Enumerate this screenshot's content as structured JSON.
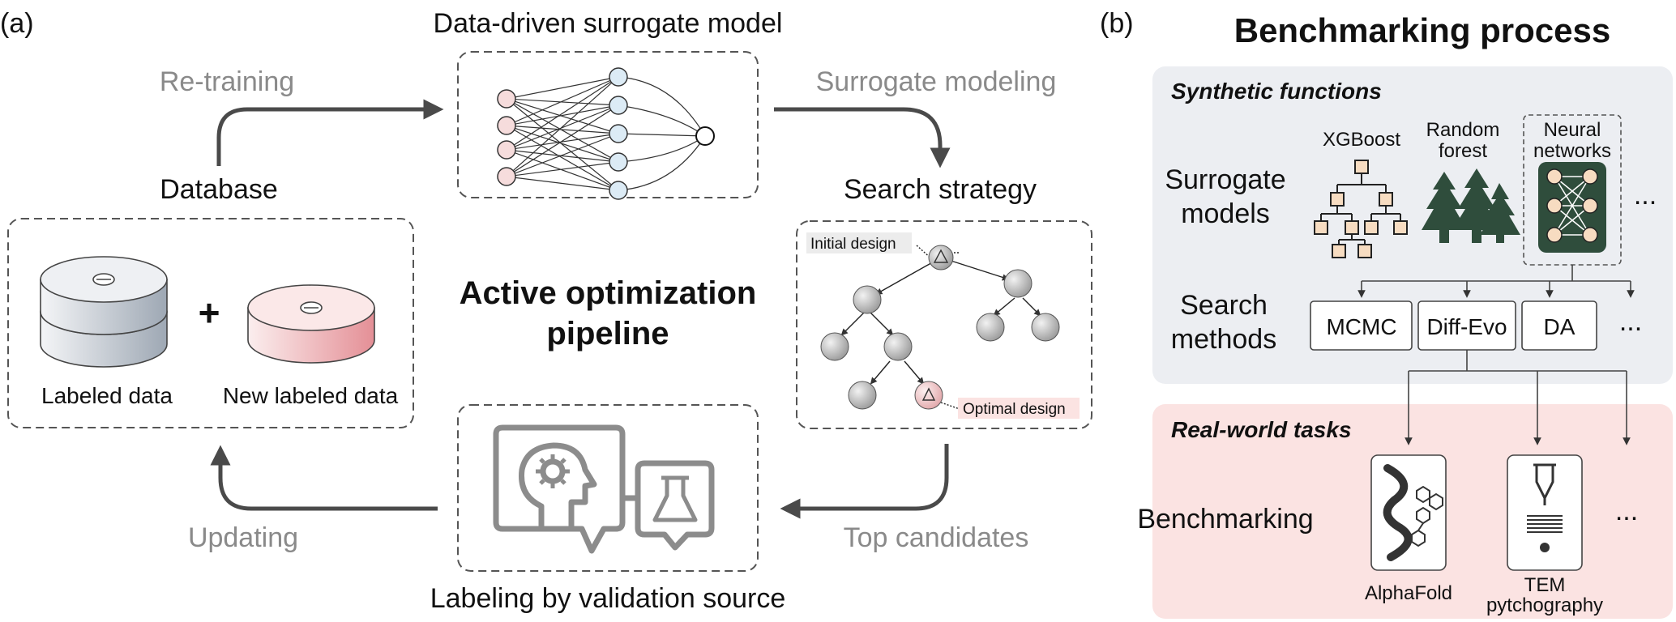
{
  "panel_a": {
    "tag": "(a)",
    "surrogate_title": "Data-driven surrogate model",
    "retraining": "Re-training",
    "surrogate_modeling": "Surrogate modeling",
    "database": "Database",
    "search_strategy": "Search strategy",
    "center_line1": "Active optimization",
    "center_line2": "pipeline",
    "initial_design": "Initial design",
    "optimal_design": "Optimal design",
    "labeled_data": "Labeled data",
    "plus": "+",
    "new_labeled_data": "New labeled data",
    "updating": "Updating",
    "top_candidates": "Top candidates",
    "labeling": "Labeling by validation source"
  },
  "panel_b": {
    "tag": "(b)",
    "title": "Benchmarking process",
    "synthetic_title": "Synthetic functions",
    "surrogate_models_line1": "Surrogate",
    "surrogate_models_line2": "models",
    "xgboost": "XGBoost",
    "random_forest_line1": "Random",
    "random_forest_line2": "forest",
    "neural_line1": "Neural",
    "neural_line2": "networks",
    "ellipsis": "...",
    "search_methods_line1": "Search",
    "search_methods_line2": "methods",
    "methods": [
      "MCMC",
      "Diff-Evo",
      "DA"
    ],
    "realworld_title": "Real-world tasks",
    "benchmarking": "Benchmarking",
    "alphafold": "AlphaFold",
    "tem_line1": "TEM",
    "tem_line2": "pytchography"
  },
  "colors": {
    "gray_box": "#eceef2",
    "pink_box": "#fbe3e2",
    "node_pink": "#f6dcdc",
    "node_blue": "#dcebf5",
    "tree_green": "#2f4d3c",
    "xgb_fill": "#f7dcc1"
  }
}
